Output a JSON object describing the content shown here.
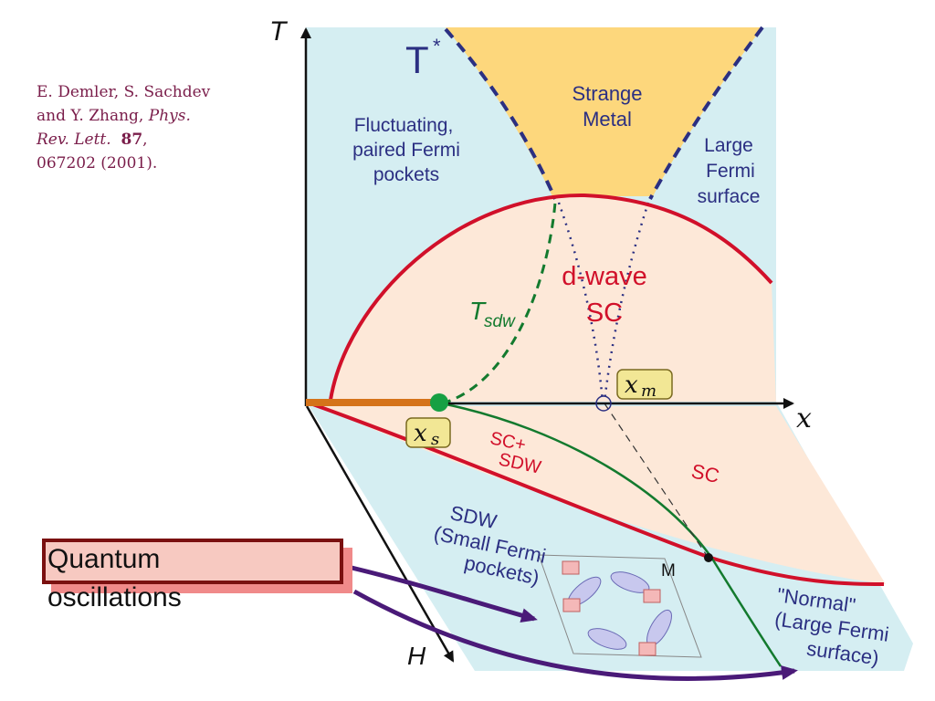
{
  "reference": {
    "line1": "E. Demler, S. Sachdev",
    "line2_pre": "and Y. Zhang, ",
    "line2_it": "Phys.",
    "line3_it": "Rev.   Lett.",
    "line3_bold": "87",
    "line3_post": ",",
    "line4": "067202 (2001)."
  },
  "axes": {
    "t": "T",
    "x": "x",
    "h": "H"
  },
  "labels": {
    "tstar": "T",
    "tstar_sup": "*",
    "strange_1": "Strange",
    "strange_2": "Metal",
    "fluct_1": "Fluctuating,",
    "fluct_2": "paired Fermi",
    "fluct_3": "pockets",
    "large_1": "Large",
    "large_2": "Fermi",
    "large_3": "surface",
    "dwave_1": "d-wave",
    "dwave_2": "SC",
    "tsdw_main": "T",
    "tsdw_sub": "sdw",
    "xm_main": "x",
    "xm_sub": "m",
    "xs_main": "x",
    "xs_sub": "s",
    "scsdw_1": "SC+",
    "scsdw_2": "SDW",
    "sc": "SC",
    "sdw_1": "SDW",
    "sdw_2": "(Small Fermi",
    "sdw_3": "pockets)",
    "m": "M",
    "normal_1": "\"Normal\"",
    "normal_2": "(Large Fermi",
    "normal_3": "surface)"
  },
  "callout": {
    "line1": "Quantum",
    "line2": "oscillations"
  },
  "colors": {
    "light_blue": "#d5eef2",
    "peach": "#fde8d8",
    "yellow": "#fdd77c",
    "red_curve": "#d1102a",
    "green": "#137a2e",
    "navy": "#2b2f82",
    "orange_bar": "#d5731a",
    "purple_arrow": "#4a1a78"
  }
}
